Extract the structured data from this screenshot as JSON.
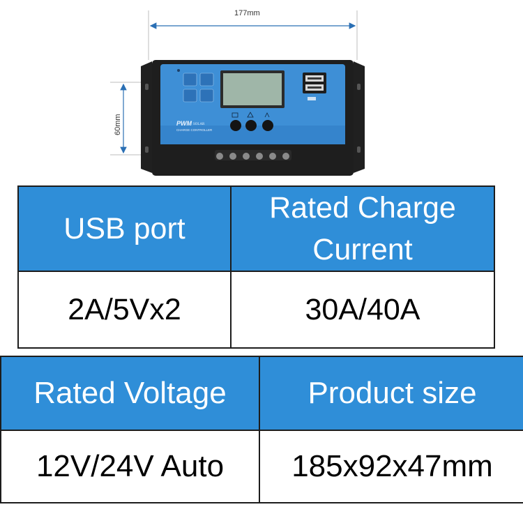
{
  "product": {
    "width_dimension": "177mm",
    "height_dimension": "60mm",
    "brand_text": "PWM",
    "brand_subtext": "SOLAR",
    "device_label": "CHARGE CONTROLLER"
  },
  "colors": {
    "header_blue": "#2f8ed8",
    "panel_blue": "#3e8fd6",
    "housing_black": "#1c1c1c"
  },
  "specs_top": {
    "headers": [
      "USB port",
      "Rated Charge Current"
    ],
    "values": [
      "2A/5Vx2",
      "30A/40A"
    ]
  },
  "specs_bottom": {
    "headers": [
      "Rated Voltage",
      "Product size"
    ],
    "values": [
      "12V/24V Auto",
      "185x92x47mm"
    ]
  }
}
